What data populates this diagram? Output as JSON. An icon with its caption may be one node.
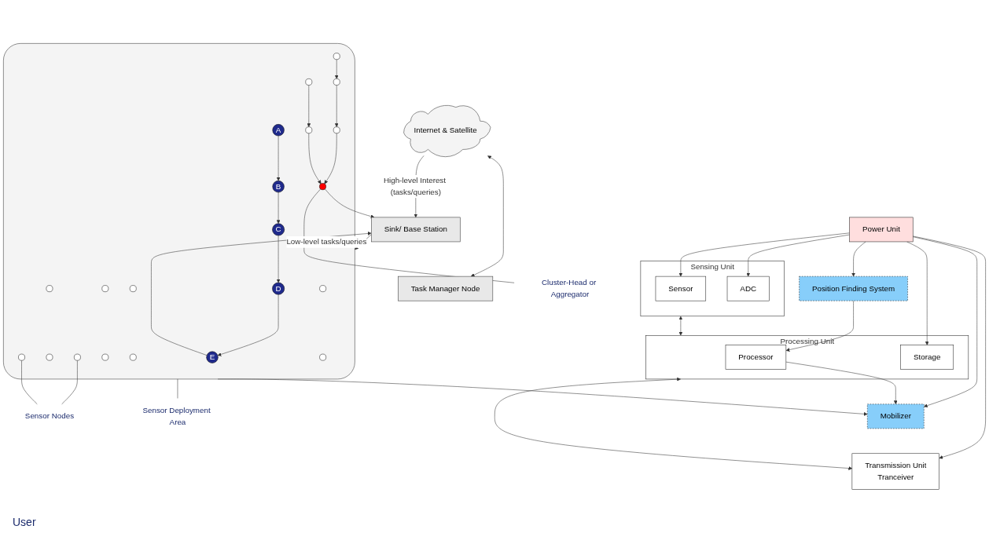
{
  "diagram": {
    "nodes": [
      {
        "text": [
          "Internet & Satellite"
        ]
      },
      {
        "text": [
          "Task Manager Node"
        ]
      },
      {
        "text": [
          "Sink/ Base Station"
        ]
      },
      {
        "text": [],
        "shape": "cloud"
      },
      {
        "text": [
          "E"
        ],
        "in": 3
      },
      {
        "text": [
          "D"
        ],
        "in": 3
      },
      {
        "text": [
          "C"
        ],
        "in": 3
      },
      {
        "text": [
          "B"
        ],
        "in": 3
      },
      {
        "text": [
          "A"
        ],
        "in": 3
      },
      {
        "text": [],
        "shape": "circle",
        "in": 3
      },
      {
        "text": [],
        "shape": "circle",
        "in": 3
      },
      {
        "text": [],
        "shape": "circle",
        "in": 3
      },
      {
        "text": [],
        "shape": "circle",
        "in": 3
      },
      {
        "text": [],
        "shape": "circle",
        "in": 3
      },
      {
        "text": [],
        "shape": "circle",
        "in": 3
      },
      {
        "text": [],
        "shape": "circle",
        "in": 3
      },
      {
        "text": [],
        "shape": "circle",
        "in": 3
      },
      {
        "text": [],
        "shape": "circle",
        "in": 3
      },
      {
        "text": [],
        "shape": "circle",
        "in": 3
      },
      {
        "text": [],
        "shape": "circle",
        "in": 3
      },
      {
        "text": [],
        "shape": "circle",
        "in": 3
      },
      {
        "text": [],
        "shape": "circle",
        "in": 3
      },
      {
        "text": [],
        "shape": "circle",
        "in": 3
      },
      {
        "text": [],
        "shape": "circle",
        "in": 3
      },
      {
        "text": [],
        "shape": "circle",
        "in": 3
      },
      {
        "text": [
          "Cluster-Head or Aggregator"
        ]
      },
      {
        "text": [
          "Sensor Nodes"
        ]
      },
      {
        "text": [
          "Sensor Deployment Area"
        ]
      },
      {
        "text": [
          "Position Finding System"
        ]
      },
      {
        "text": [
          "Mobilizer"
        ]
      },
      {
        "text": [
          "Sensing Unit"
        ]
      },
      {
        "text": [
          "Sensor"
        ],
        "in": 30
      },
      {
        "text": [
          "ADC"
        ],
        "in": 30
      },
      {
        "text": [
          "Processing Unit"
        ]
      },
      {
        "text": [
          "Processor"
        ],
        "in": 33
      },
      {
        "text": [
          "Storage"
        ],
        "in": 33
      },
      {
        "text": [
          "Transmission Unit",
          "Tranceiver"
        ]
      },
      {
        "text": [
          "Power Unit"
        ]
      }
    ],
    "edges": [
      {
        "from": 0,
        "to": 1,
        "arrow": "both"
      },
      {
        "from": 0,
        "to": 2,
        "arrow": "to",
        "label": "High-level Interest (tasks/queries)"
      },
      {
        "from": 2,
        "to": 3,
        "arrow": "to",
        "label": "Low-level tasks/queries"
      },
      {
        "from": 4,
        "to": 2,
        "arrow": "to"
      },
      {
        "from": 9,
        "to": 2,
        "arrow": "to"
      },
      {
        "from": 5,
        "to": 4,
        "arrow": "to"
      },
      {
        "from": 6,
        "to": 5,
        "arrow": "to"
      },
      {
        "from": 7,
        "to": 6,
        "arrow": "to"
      },
      {
        "from": 8,
        "to": 7,
        "arrow": "to"
      },
      {
        "from": 11,
        "to": 9,
        "arrow": "to"
      },
      {
        "from": 12,
        "to": 11,
        "arrow": "to"
      },
      {
        "from": 14,
        "to": 12,
        "arrow": "to"
      },
      {
        "from": 10,
        "to": 9,
        "arrow": "to"
      },
      {
        "from": 13,
        "to": 10,
        "arrow": "to"
      },
      {
        "from": 25,
        "to": 9,
        "arrow": "none"
      },
      {
        "from": 26,
        "to": 18,
        "arrow": "none"
      },
      {
        "from": 26,
        "to": 23,
        "arrow": "none"
      },
      {
        "from": 27,
        "to": 3,
        "arrow": "none"
      },
      {
        "from": 3,
        "to": 29,
        "arrow": "to"
      },
      {
        "from": 37,
        "to": 28,
        "arrow": "to"
      },
      {
        "from": 37,
        "to": 31,
        "arrow": "to"
      },
      {
        "from": 37,
        "to": 32,
        "arrow": "to"
      },
      {
        "from": 37,
        "to": 35,
        "arrow": "to"
      },
      {
        "from": 37,
        "to": 36,
        "arrow": "to"
      },
      {
        "from": 37,
        "to": 29,
        "arrow": "to"
      },
      {
        "from": 28,
        "to": 34,
        "arrow": "to"
      },
      {
        "from": 30,
        "to": 33,
        "arrow": "both"
      },
      {
        "from": 33,
        "to": 36,
        "arrow": "both"
      },
      {
        "from": 34,
        "to": 29,
        "arrow": "to"
      }
    ],
    "labels": [
      "User"
    ]
  }
}
